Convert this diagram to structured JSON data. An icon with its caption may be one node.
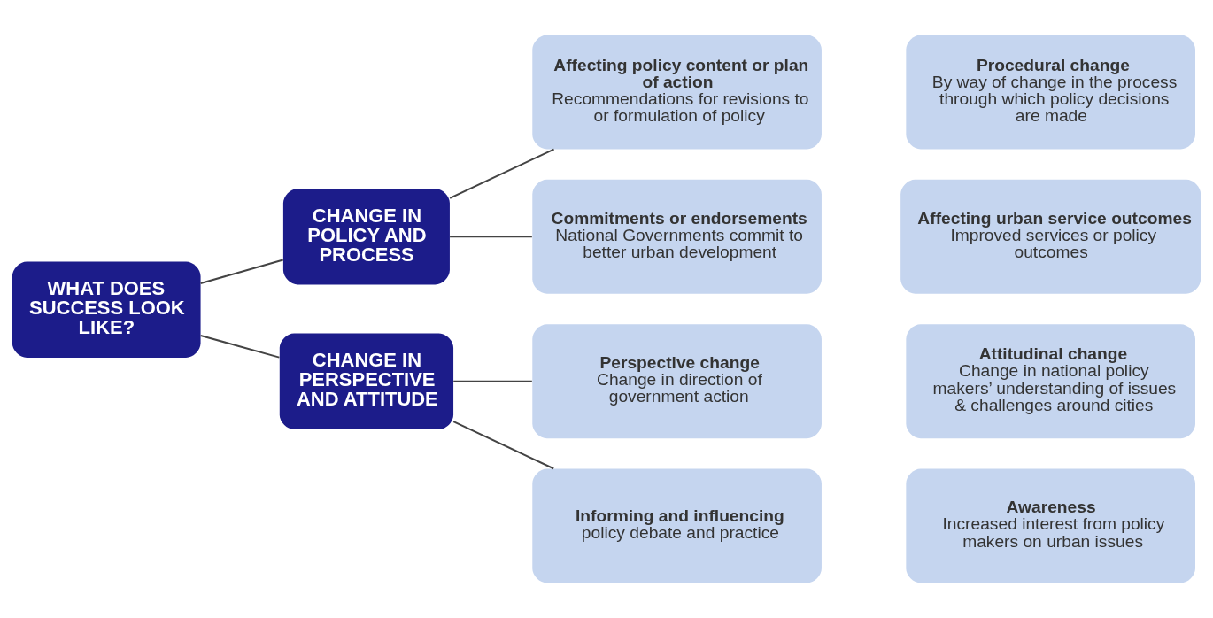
{
  "diagram": {
    "nodes": [
      {
        "text": [
          "WHAT DOES SUCCESS LOOK LIKE?"
        ]
      },
      {
        "text": [
          "CHANGE IN POLICY AND PROCESS"
        ]
      },
      {
        "text": [
          "Affecting policy content or plan of action",
          "Recommendations for revisions to or formulation of policy"
        ]
      },
      {
        "text": [
          "Procedural change",
          "By way of change in the process through which policy decisions are made"
        ]
      },
      {
        "text": [
          "Commitments or endorsements",
          "National Governments commit to better urban development"
        ]
      },
      {
        "text": [
          "Affecting urban service outcomes",
          "Improved services or policy outcomes"
        ]
      },
      {
        "text": [
          "CHANGE IN PERSPECTIVE AND ATTITUDE"
        ]
      },
      {
        "text": [
          "Perspective change",
          "Change in direction of government action"
        ]
      },
      {
        "text": [
          "Attitudinal change",
          "Change in national policy makers’ understanding of issues & challenges around cities"
        ]
      },
      {
        "text": [
          "Informing and influencing",
          "policy debate and practice"
        ]
      },
      {
        "text": [
          "Awareness",
          "Increased interest from policy makers on urban issues"
        ]
      }
    ],
    "edges": [
      {
        "from": 0,
        "to": 1,
        "arrow": "none"
      },
      {
        "from": 0,
        "to": 6,
        "arrow": "none"
      },
      {
        "from": 1,
        "to": 2,
        "arrow": "none"
      },
      {
        "from": 1,
        "to": 4,
        "arrow": "none"
      },
      {
        "from": 6,
        "to": 7,
        "arrow": "none"
      },
      {
        "from": 6,
        "to": 9,
        "arrow": "none"
      }
    ]
  }
}
